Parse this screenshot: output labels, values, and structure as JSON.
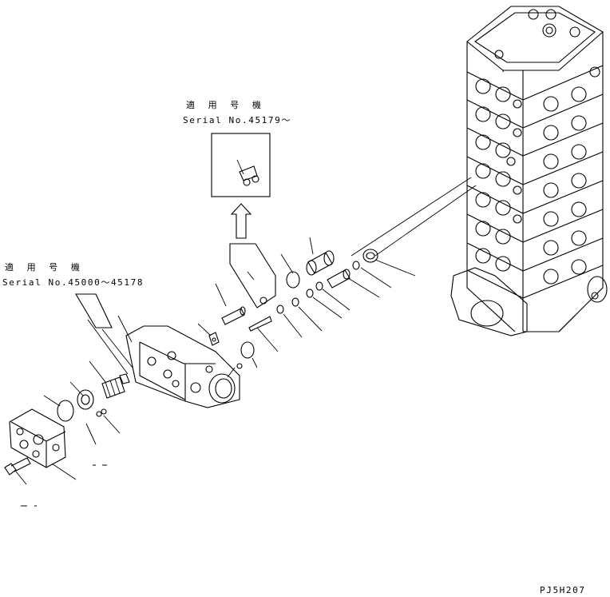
{
  "applicability_upper": {
    "title": "適 用 号 機",
    "serial": "Serial No.45179～"
  },
  "applicability_lower": {
    "title": "適 用 号 機",
    "serial": "Serial No.45000～45178"
  },
  "drawing_code": "PJ5H207",
  "colors": {
    "line": "#000000",
    "background": "#ffffff"
  }
}
